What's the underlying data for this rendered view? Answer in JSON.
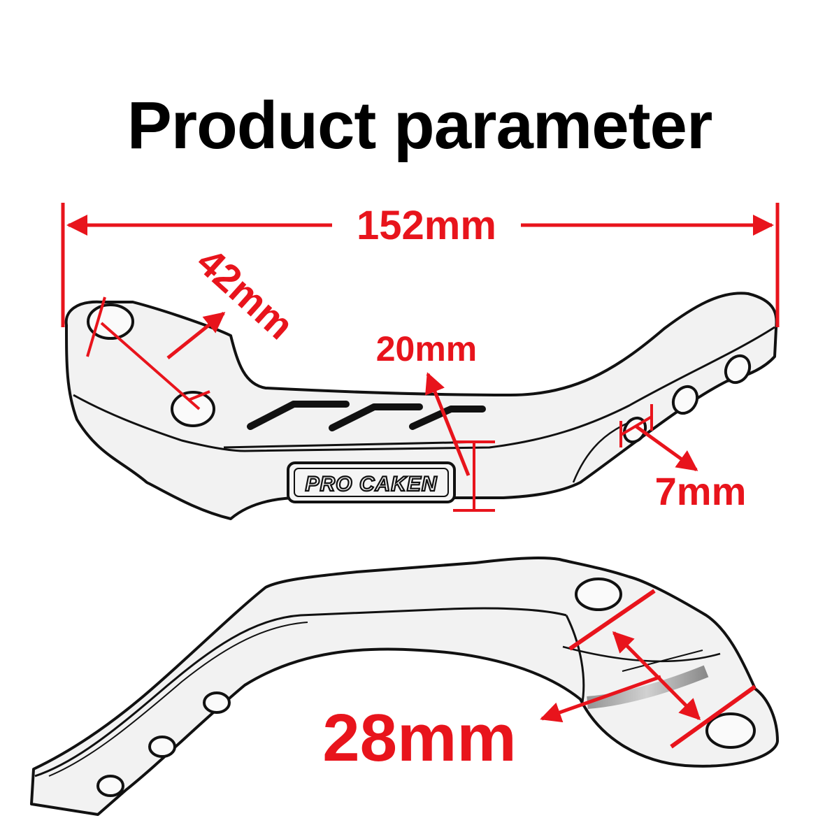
{
  "title": "Product parameter",
  "brand_logo": "PRO CAKEN",
  "dimensions": {
    "overall_length": "152mm",
    "hole_spacing": "42mm",
    "height": "20mm",
    "hole_diameter": "7mm",
    "clamp_width": "28mm"
  },
  "colors": {
    "dimension_lines": "#e8141c",
    "outline": "#111111",
    "title": "#000000"
  }
}
